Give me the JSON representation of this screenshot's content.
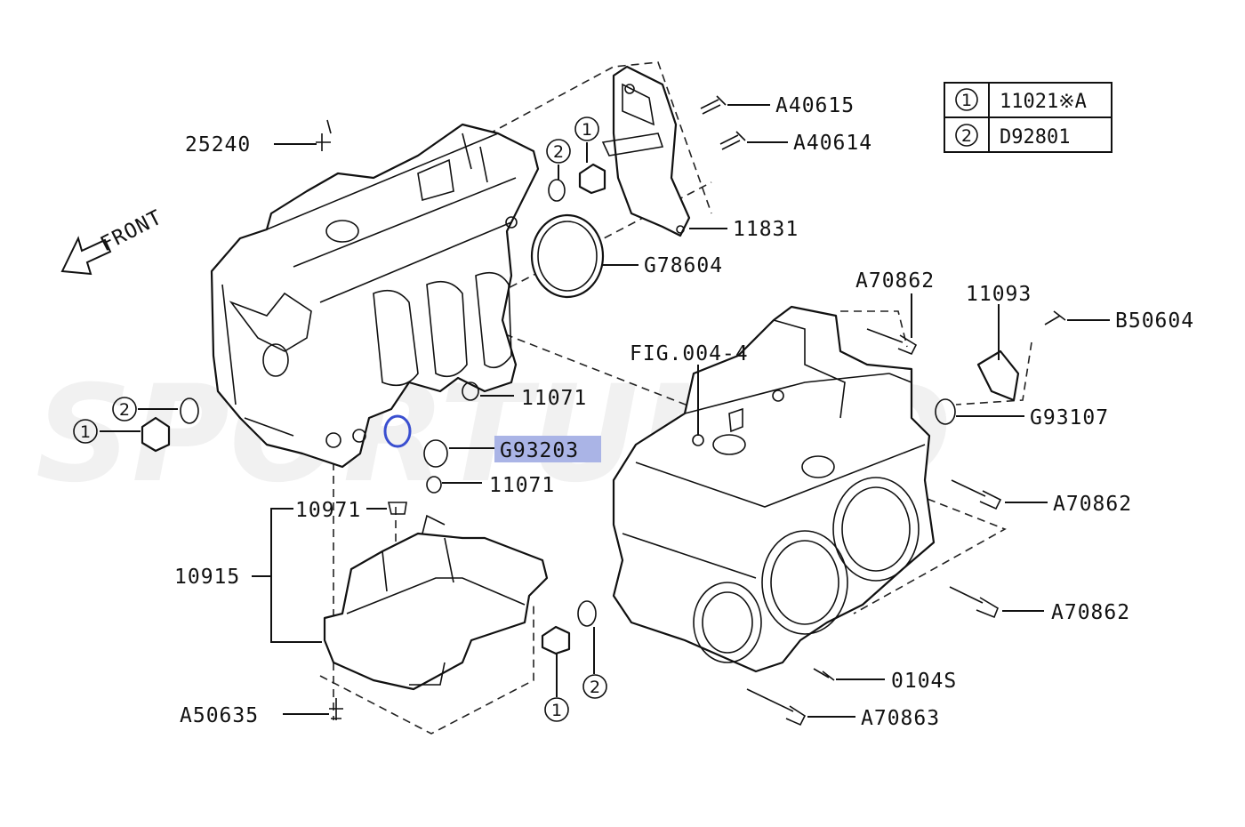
{
  "watermark": "SPORTUNED",
  "front_indicator": "FRONT",
  "figure_ref": "FIG.004-4",
  "legend": [
    {
      "marker": "1",
      "part": "11021※A"
    },
    {
      "marker": "2",
      "part": "D92801"
    }
  ],
  "callouts": {
    "c25240": "25240",
    "c40615": "A40615",
    "c40614": "A40614",
    "c11831": "11831",
    "cG78604": "G78604",
    "c70862a": "A70862",
    "c11093": "11093",
    "cB50604": "B50604",
    "c11071a": "11071",
    "cG93107": "G93107",
    "cG93203": "G93203",
    "c11071b": "11071",
    "c70862b": "A70862",
    "c10971": "10971",
    "c10915": "10915",
    "c70862c": "A70862",
    "c0104S": "0104S",
    "c50635": "A50635",
    "c70863": "A70863"
  },
  "markers": {
    "m1_left": "1",
    "m2_left": "2",
    "m1_top": "1",
    "m2_top": "2",
    "m1_bottom": "1",
    "m2_bottom": "2"
  },
  "highlight": {
    "part": "G93203",
    "color": "#aab4e6",
    "seal_color": "#3a4fd0"
  }
}
